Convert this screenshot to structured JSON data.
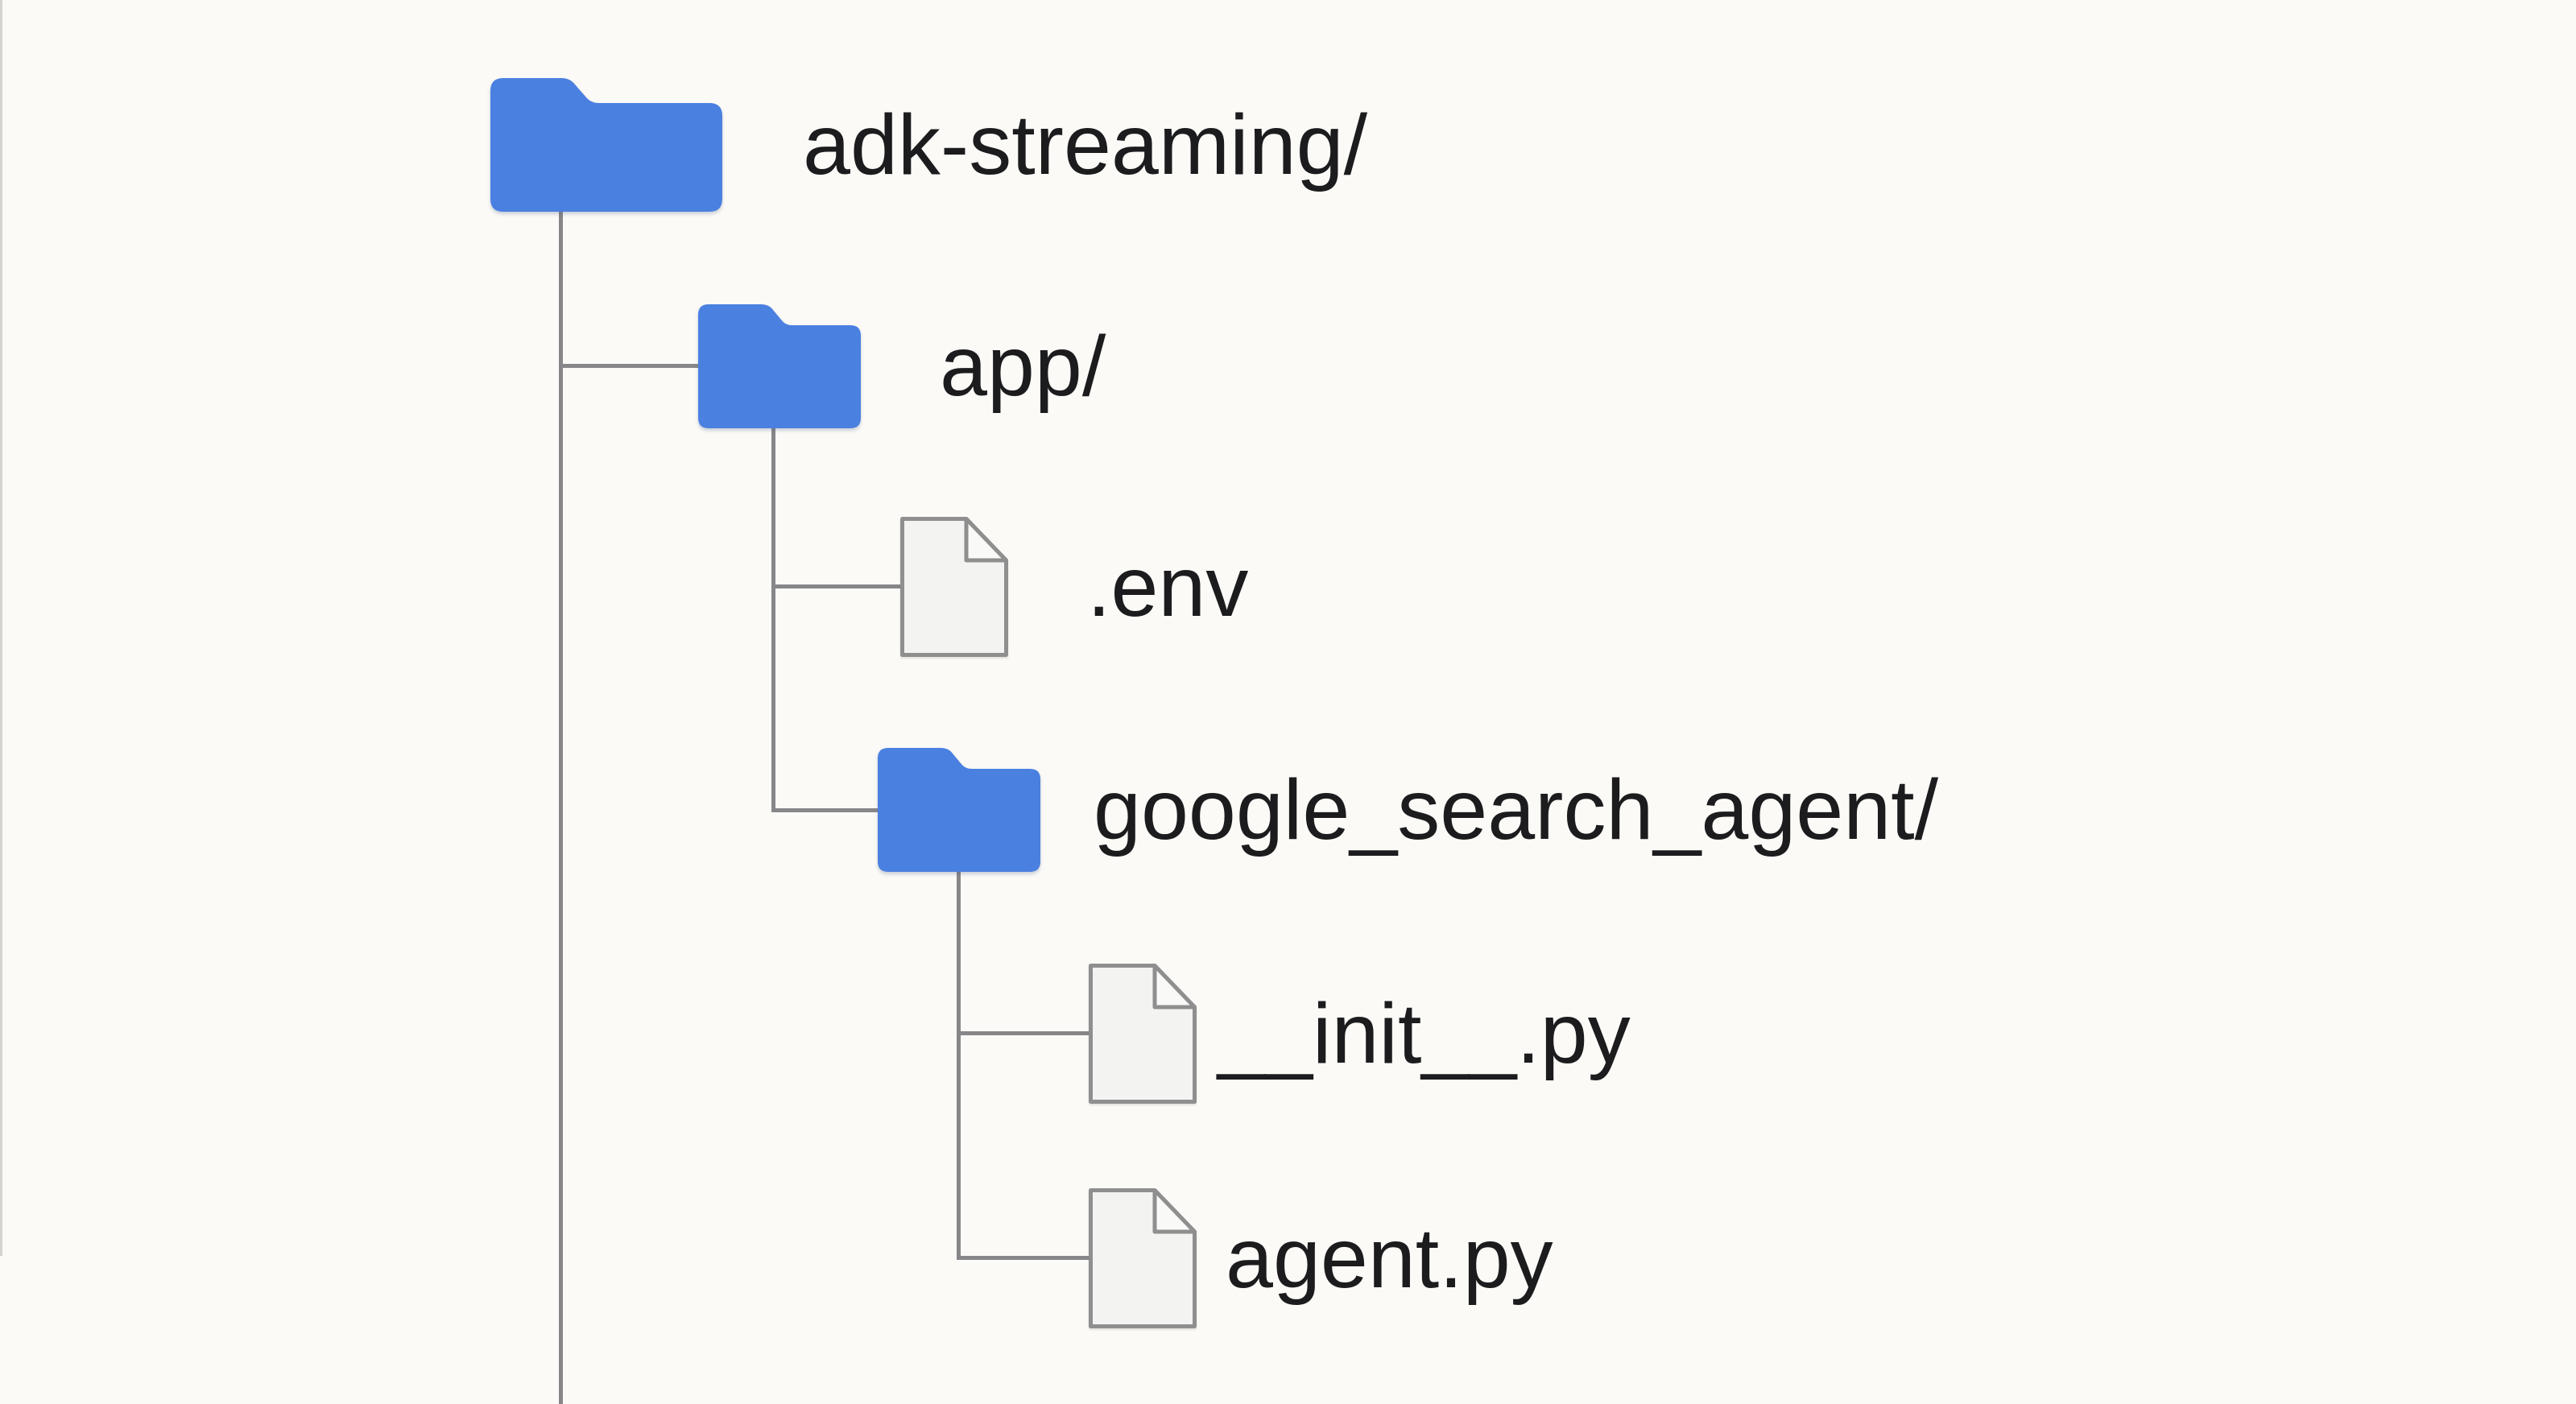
{
  "diagram_type": "file-tree",
  "colors": {
    "background": "#fbfaf7",
    "folder_blue": "#4a80e0",
    "connector_gray": "#87878a",
    "file_fill": "#f3f3f1",
    "file_flap": "#f9f9f7",
    "file_border": "#8f8f8f",
    "text": "#1c1c1e",
    "edge_line": "#d4d3d0"
  },
  "icons": {
    "folder": "folder-icon",
    "file": "file-icon"
  },
  "tree": {
    "root": {
      "label": "adk-streaming/",
      "type": "folder",
      "children": [
        {
          "label": "app/",
          "type": "folder",
          "children": [
            {
              "label": ".env",
              "type": "file"
            },
            {
              "label": "google_search_agent/",
              "type": "folder",
              "children": [
                {
                  "label": "__init__.py",
                  "type": "file"
                },
                {
                  "label": "agent.py",
                  "type": "file"
                }
              ]
            }
          ]
        }
      ]
    }
  }
}
